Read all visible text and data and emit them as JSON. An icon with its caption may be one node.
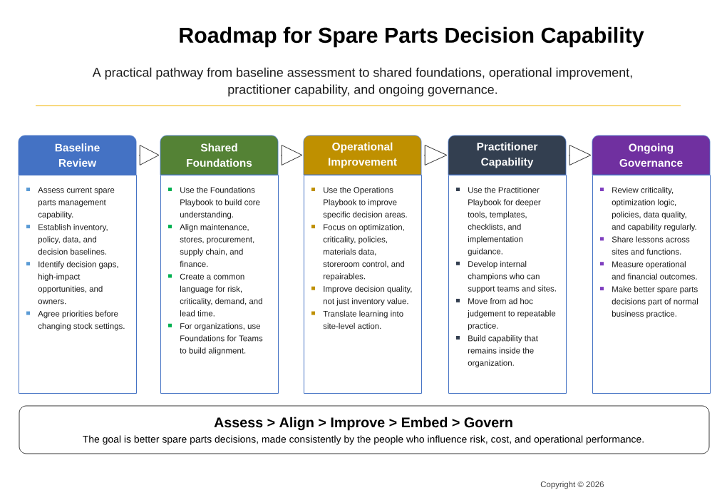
{
  "diagram": {
    "title": "Roadmap for Spare Parts Decision Capability",
    "nodes": [
      {
        "text": [
          "Baseline Review"
        ]
      },
      {
        "text": [
          "Assess current spare parts management capability.",
          "Establish inventory, policy, data, and decision baselines.",
          "Identify decision gaps, high-impact opportunities, and owners.",
          "Agree priorities before changing stock settings."
        ]
      },
      {
        "text": [
          "Shared Foundations"
        ]
      },
      {
        "text": [
          "Use the Foundations Playbook to build core understanding.",
          "Align maintenance, stores, procurement, supply chain, and finance.",
          "Create a common language for risk, criticality, demand, and lead time.",
          "For organizations, use Foundations for Teams to build alignment."
        ]
      },
      {
        "text": [
          "Operational Improvement"
        ]
      },
      {
        "text": [
          "Use the Operations Playbook to improve specific decision areas.",
          "Focus on optimization, criticality, policies, materials data, storeroom control, and repairables.",
          "Improve decision quality, not just inventory value.",
          "Translate learning into site-level action."
        ]
      },
      {
        "text": [
          "Practitioner Capability"
        ]
      },
      {
        "text": [
          "Use the Practitioner Playbook for deeper tools, templates, checklists, and implementation guidance.",
          "Develop internal champions who can support teams and sites.",
          "Move from ad hoc judgement to repeatable practice.",
          "Build capability that remains inside the organization."
        ]
      },
      {
        "text": [
          "Ongoing Governance"
        ]
      },
      {
        "text": [
          "Review criticality, optimization logic, policies, data quality, and capability regularly.",
          "Share lessons across sites and functions.",
          "Measure operational and financial outcomes.",
          "Make better spare parts decisions part of normal business practice."
        ]
      },
      {
        "text": [
          "Assess > Align > Improve > Embed > Govern",
          "The goal is better spare parts decisions, made consistently by the people who influence risk, cost, and operational performance."
        ]
      }
    ],
    "edges": [
      {
        "from": 0,
        "to": 2,
        "arrow": "to"
      },
      {
        "from": 2,
        "to": 4,
        "arrow": "to"
      },
      {
        "from": 4,
        "to": 6,
        "arrow": "to"
      },
      {
        "from": 6,
        "to": 8,
        "arrow": "to"
      }
    ],
    "labels": [
      "A practical pathway from baseline assessment to shared foundations, operational improvement, practitioner capability, and ongoing governance.",
      "Copyright © 2026"
    ]
  }
}
